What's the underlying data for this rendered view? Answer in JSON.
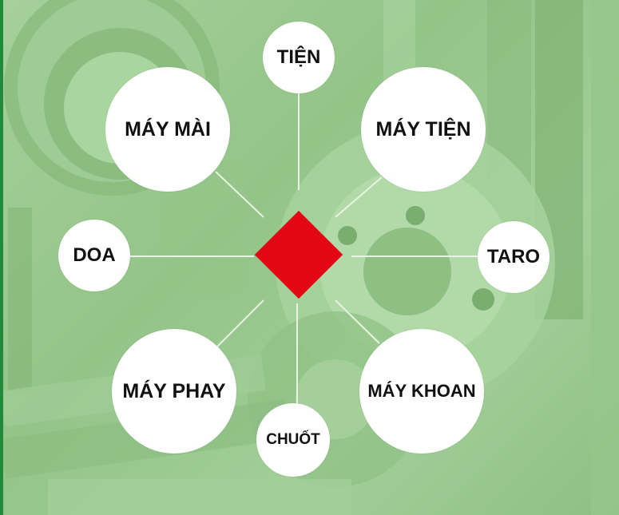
{
  "diagram": {
    "center": {
      "shape": "diamond",
      "color": "#e30613"
    },
    "background": {
      "tint": "#9cc890",
      "border_color": "#1f8a3a",
      "subject": "cutting-tools-photo"
    },
    "connector_color": "#e8f4e2",
    "nodes": [
      {
        "id": "tien",
        "label": "TIỆN",
        "size": "small"
      },
      {
        "id": "may-mai",
        "label": "MÁY MÀI",
        "size": "big"
      },
      {
        "id": "may-tien",
        "label": "MÁY TIỆN",
        "size": "big"
      },
      {
        "id": "doa",
        "label": "DOA",
        "size": "small"
      },
      {
        "id": "taro",
        "label": "TARO",
        "size": "small"
      },
      {
        "id": "may-phay",
        "label": "MÁY PHAY",
        "size": "big"
      },
      {
        "id": "chuot",
        "label": "CHUỐT",
        "size": "tiny"
      },
      {
        "id": "may-khoan",
        "label": "MÁY KHOAN",
        "size": "big"
      }
    ]
  }
}
